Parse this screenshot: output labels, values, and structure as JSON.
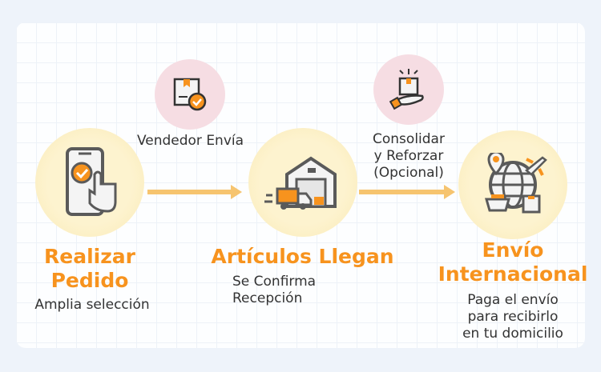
{
  "steps": [
    {
      "title_line1": "Realizar",
      "title_line2": "Pedido",
      "subtitle": "Amplia selección",
      "icon": "phone-check-icon"
    },
    {
      "title": "Artículos Llegan",
      "subtitle_line1": "Se Confirma",
      "subtitle_line2": "Recepción",
      "icon": "warehouse-truck-icon"
    },
    {
      "title_line1": "Envío",
      "title_line2": "Internacional",
      "subtitle_line1": "Paga el envío",
      "subtitle_line2": "para recibirlo",
      "subtitle_line3": "en tu domicilio",
      "icon": "globe-shipping-icon"
    }
  ],
  "transitions": [
    {
      "label": "Vendedor Envía",
      "icon": "package-check-icon"
    },
    {
      "label_line1": "Consolidar",
      "label_line2": "y Reforzar",
      "label_line3": "(Opcional)",
      "icon": "package-hand-icon"
    }
  ],
  "colors": {
    "accent": "#f7931e",
    "arrow": "#f6c46f",
    "yellow_circle": "#fdf3cf",
    "pink_circle": "#f6dde3",
    "icon_stroke": "#5a5a5a"
  }
}
